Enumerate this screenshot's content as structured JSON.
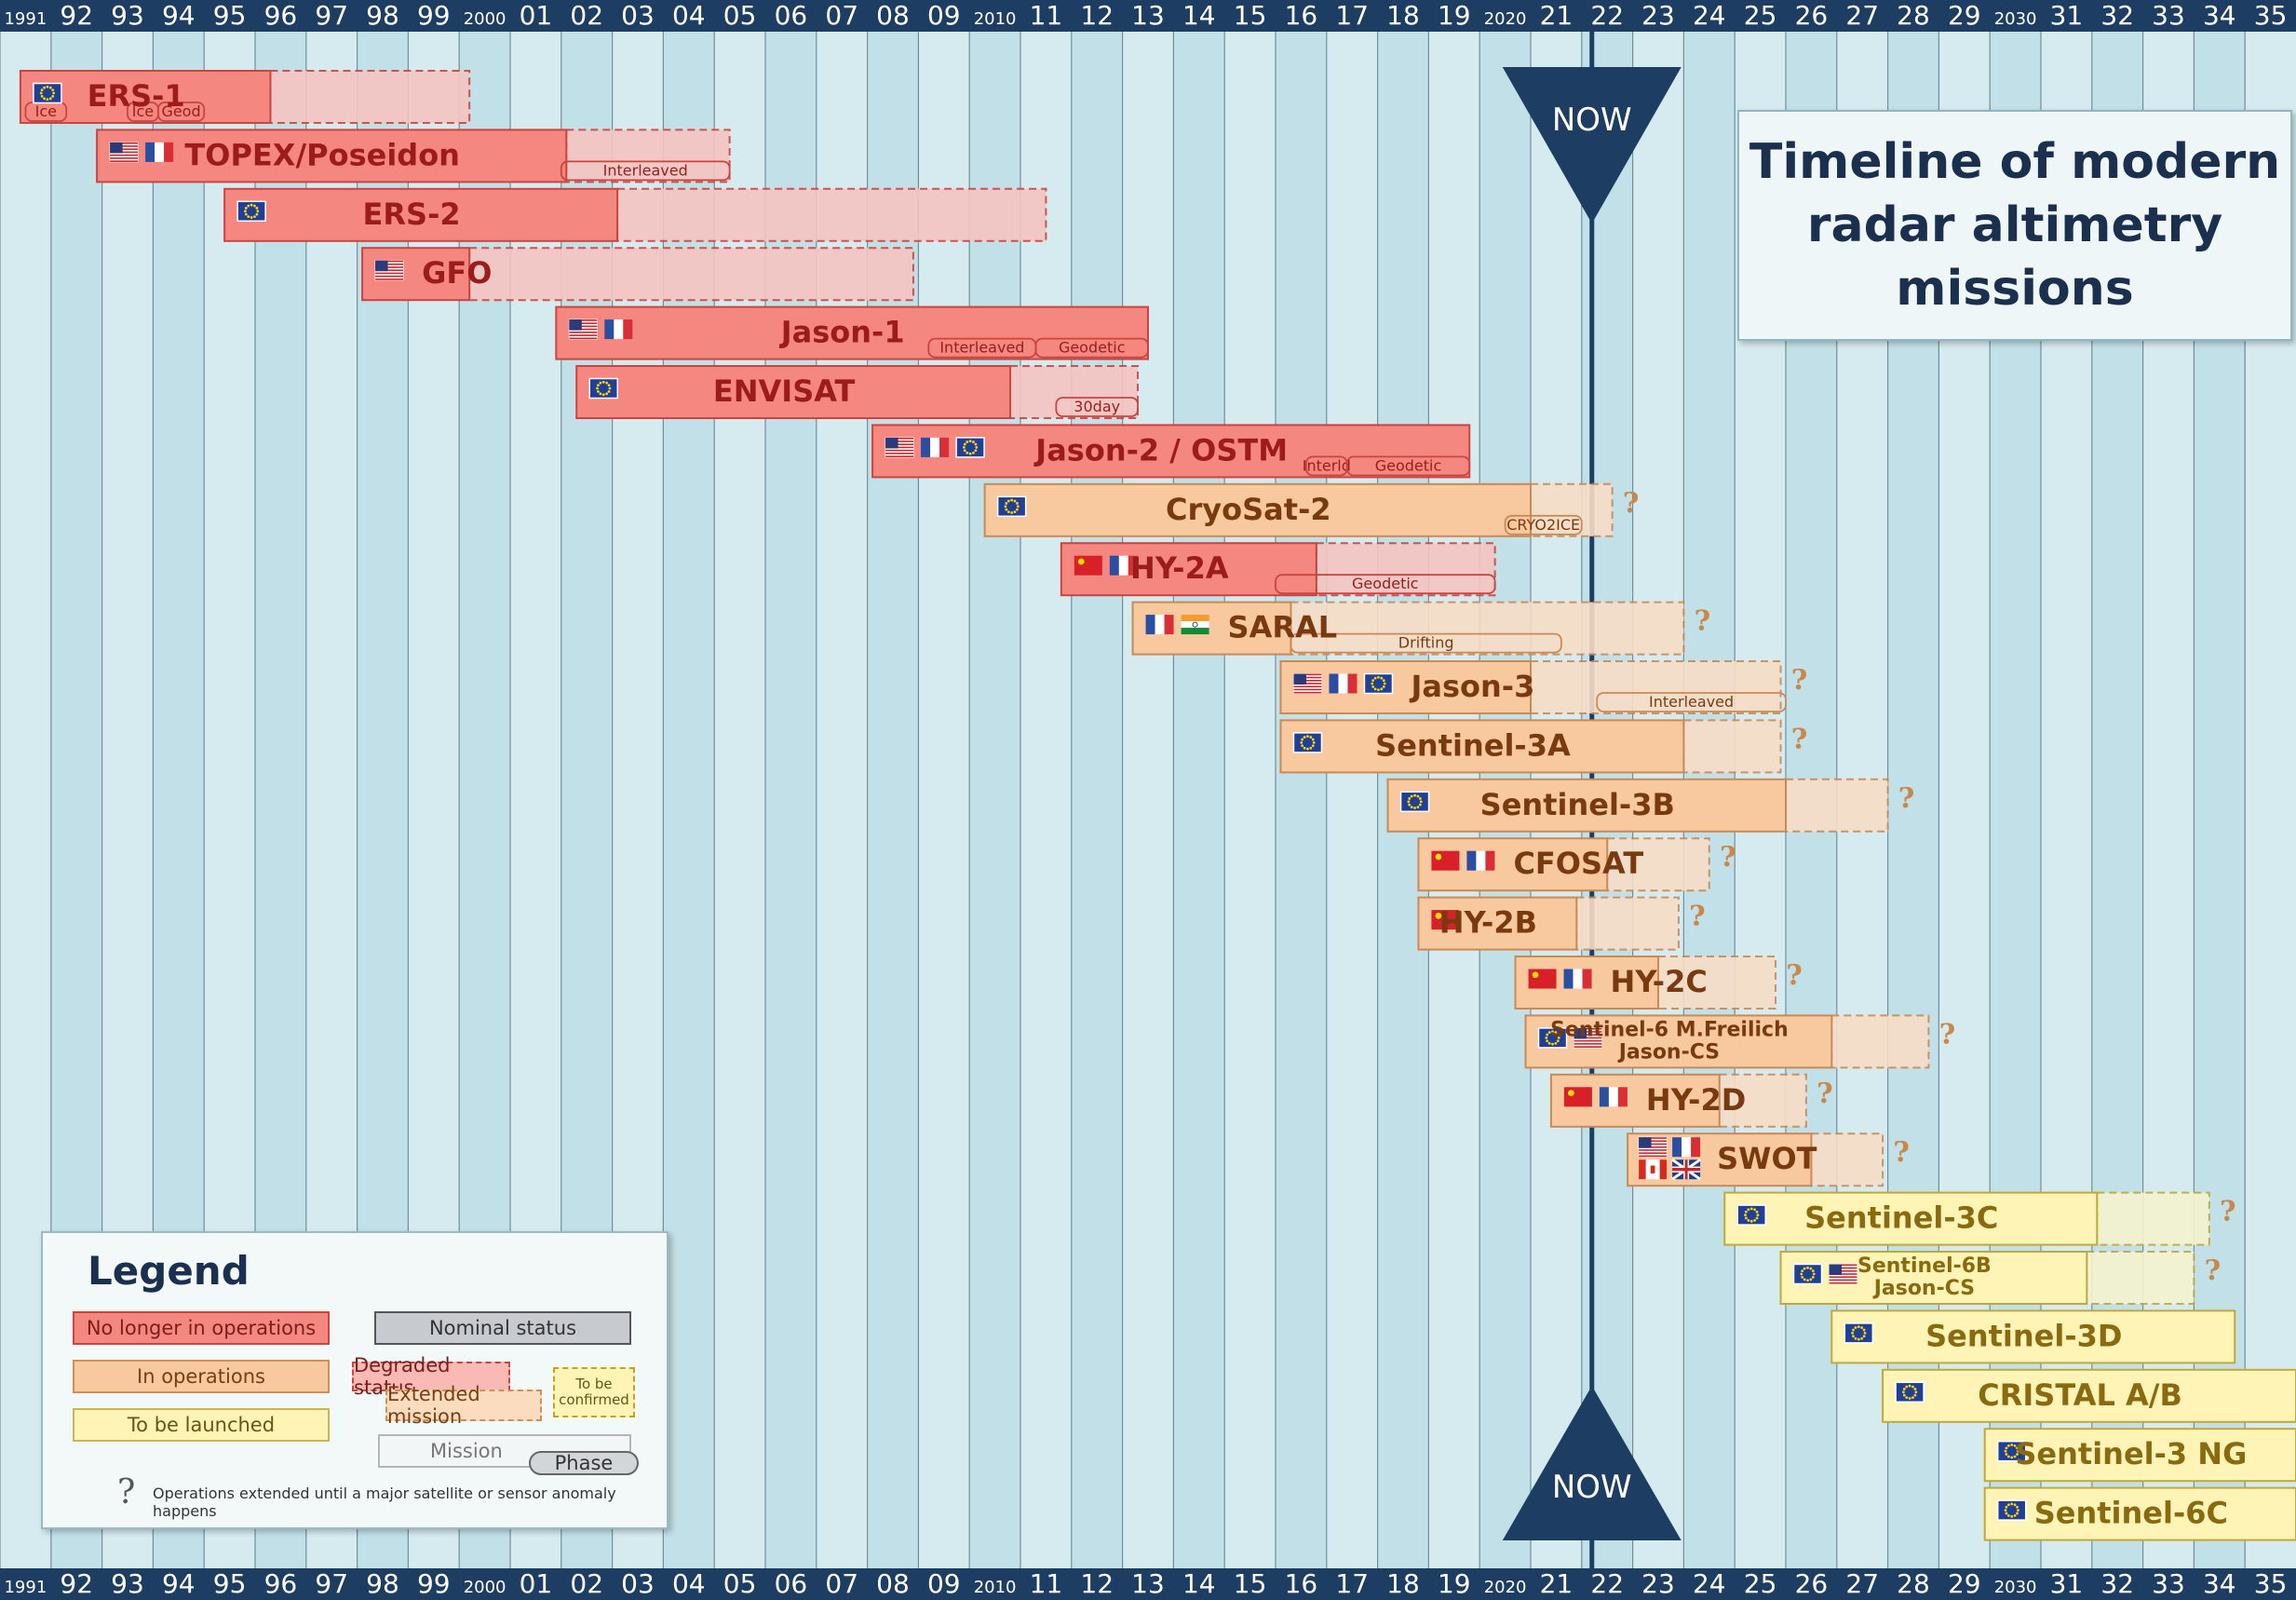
{
  "title": "Timeline of modern\nradar altimetry\nmissions",
  "colors": {
    "background": "#d6ebf0",
    "column_alt": "#c2e0e7",
    "axis_band": "#1e3d62",
    "now_marker": "#1e3d62",
    "ended": "#f4877f",
    "in_operations": "#f8c89e",
    "to_be_launched": "#fdf4b6"
  },
  "chart_data": {
    "type": "gantt",
    "x_range": [
      1991,
      2036
    ],
    "x_tick_labels": [
      "1991",
      "92",
      "93",
      "94",
      "95",
      "96",
      "97",
      "98",
      "99",
      "2000",
      "01",
      "02",
      "03",
      "04",
      "05",
      "06",
      "07",
      "08",
      "09",
      "2010",
      "11",
      "12",
      "13",
      "14",
      "15",
      "16",
      "17",
      "18",
      "19",
      "2020",
      "21",
      "22",
      "23",
      "24",
      "25",
      "26",
      "27",
      "28",
      "29",
      "2030",
      "31",
      "32",
      "33",
      "34",
      "35"
    ],
    "now": {
      "label": "NOW",
      "year": 2022.2
    },
    "missions": [
      {
        "name": "ERS-1",
        "status": "ended",
        "flags": [
          "eu-icon"
        ],
        "mission": [
          1991.4,
          1996.3
        ],
        "extended": [
          1996.3,
          2000.2
        ],
        "phases": [
          {
            "label": "Ice",
            "range": [
              1991.5,
              1992.3
            ]
          },
          {
            "label": "Ice",
            "range": [
              1993.5,
              1994.1
            ]
          },
          {
            "label": "Geod",
            "range": [
              1994.1,
              1995.0
            ]
          }
        ]
      },
      {
        "name": "TOPEX/Poseidon",
        "status": "ended",
        "flags": [
          "us-icon",
          "fr-icon"
        ],
        "mission": [
          1992.9,
          2002.1
        ],
        "extended": [
          2002.1,
          2005.3
        ],
        "phases": [
          {
            "label": "Interleaved",
            "range": [
              2002.0,
              2005.3
            ]
          }
        ]
      },
      {
        "name": "ERS-2",
        "status": "ended",
        "flags": [
          "eu-icon"
        ],
        "mission": [
          1995.4,
          2003.1
        ],
        "extended": [
          2003.1,
          2011.5
        ],
        "phases": []
      },
      {
        "name": "GFO",
        "status": "ended",
        "flags": [
          "us-icon"
        ],
        "mission": [
          1998.1,
          2000.2
        ],
        "extended": [
          2000.2,
          2008.9
        ],
        "phases": []
      },
      {
        "name": "Jason-1",
        "status": "ended",
        "flags": [
          "us-icon",
          "fr-icon"
        ],
        "mission": [
          2001.9,
          2013.5
        ],
        "phases": [
          {
            "label": "Interleaved",
            "range": [
              2009.2,
              2011.3
            ]
          },
          {
            "label": "Geodetic",
            "range": [
              2011.3,
              2013.5
            ]
          }
        ]
      },
      {
        "name": "ENVISAT",
        "status": "ended",
        "flags": [
          "eu-icon"
        ],
        "mission": [
          2002.3,
          2010.8
        ],
        "extended": [
          2010.8,
          2013.3
        ],
        "phases": [
          {
            "label": "30day",
            "range": [
              2011.7,
              2013.3
            ]
          }
        ]
      },
      {
        "name": "Jason-2 / OSTM",
        "status": "ended",
        "flags": [
          "us-icon",
          "fr-icon",
          "eu-icon"
        ],
        "mission": [
          2008.1,
          2019.8
        ],
        "phases": [
          {
            "label": "Interld",
            "range": [
              2016.6,
              2017.4
            ]
          },
          {
            "label": "Geodetic",
            "range": [
              2017.4,
              2019.8
            ]
          }
        ]
      },
      {
        "name": "CryoSat-2",
        "status": "operations",
        "flags": [
          "eu-icon"
        ],
        "mission": [
          2010.3,
          2021.0
        ],
        "extended": [
          2021.0,
          2022.6
        ],
        "phases": [
          {
            "label": "CRYO2ICE",
            "range": [
              2020.5,
              2022.0
            ]
          }
        ],
        "question": true
      },
      {
        "name": "HY-2A",
        "status": "ended",
        "flags": [
          "cn-icon",
          "fr-icon"
        ],
        "mission": [
          2011.8,
          2016.8
        ],
        "extended": [
          2016.8,
          2020.3
        ],
        "phases": [
          {
            "label": "Geodetic",
            "range": [
              2016.0,
              2020.3
            ]
          }
        ]
      },
      {
        "name": "SARAL",
        "status": "operations",
        "flags": [
          "fr-icon",
          "in-icon"
        ],
        "mission": [
          2013.2,
          2016.3
        ],
        "extended": [
          2016.3,
          2024.0
        ],
        "phases": [
          {
            "label": "Drifting",
            "range": [
              2016.3,
              2021.6
            ]
          }
        ],
        "question": true
      },
      {
        "name": "Jason-3",
        "status": "operations",
        "flags": [
          "us-icon",
          "fr-icon",
          "eu-icon"
        ],
        "mission": [
          2016.1,
          2021.0
        ],
        "extended": [
          2021.0,
          2025.9
        ],
        "phases": [
          {
            "label": "Interleaved",
            "range": [
              2022.3,
              2026.0
            ]
          }
        ],
        "question": true
      },
      {
        "name": "Sentinel-3A",
        "status": "operations",
        "flags": [
          "eu-icon"
        ],
        "mission": [
          2016.1,
          2024.0
        ],
        "extended": [
          2024.0,
          2025.9
        ],
        "phases": [],
        "question": true
      },
      {
        "name": "Sentinel-3B",
        "status": "operations",
        "flags": [
          "eu-icon"
        ],
        "mission": [
          2018.2,
          2026.0
        ],
        "extended": [
          2026.0,
          2028.0
        ],
        "phases": [],
        "question": true
      },
      {
        "name": "CFOSAT",
        "status": "operations",
        "flags": [
          "cn-icon",
          "fr-icon"
        ],
        "mission": [
          2018.8,
          2022.5
        ],
        "extended": [
          2022.5,
          2024.5
        ],
        "phases": [],
        "question": true
      },
      {
        "name": "HY-2B",
        "status": "operations",
        "flags": [
          "cn-icon"
        ],
        "mission": [
          2018.8,
          2021.9
        ],
        "extended": [
          2021.9,
          2023.9
        ],
        "phases": [],
        "question": true
      },
      {
        "name": "HY-2C",
        "status": "operations",
        "flags": [
          "cn-icon",
          "fr-icon"
        ],
        "mission": [
          2020.7,
          2023.5
        ],
        "extended": [
          2023.5,
          2025.8
        ],
        "phases": [],
        "question": true
      },
      {
        "name": "Sentinel-6 M.Freilich\nJason-CS",
        "status": "operations",
        "flags": [
          "eu-icon",
          "us-icon"
        ],
        "mission": [
          2020.9,
          2026.9
        ],
        "extended": [
          2026.9,
          2028.8
        ],
        "phases": [],
        "question": true
      },
      {
        "name": "HY-2D",
        "status": "operations",
        "flags": [
          "cn-icon",
          "fr-icon"
        ],
        "mission": [
          2021.4,
          2024.7
        ],
        "extended": [
          2024.7,
          2026.4
        ],
        "phases": [],
        "question": true
      },
      {
        "name": "SWOT",
        "status": "operations",
        "flags": [
          "us-icon",
          "fr-icon",
          "ca-icon",
          "gb-icon"
        ],
        "mission": [
          2022.9,
          2026.5
        ],
        "extended": [
          2026.5,
          2027.9
        ],
        "phases": [],
        "question": true
      },
      {
        "name": "Sentinel-3C",
        "status": "tbl",
        "flags": [
          "eu-icon"
        ],
        "mission": [
          2024.8,
          2032.1
        ],
        "extended": [
          2032.1,
          2034.3
        ],
        "phases": [],
        "question": true
      },
      {
        "name": "Sentinel-6B\nJason-CS",
        "status": "tbl",
        "flags": [
          "eu-icon",
          "us-icon"
        ],
        "mission": [
          2025.9,
          2031.9
        ],
        "extended": [
          2031.9,
          2034.0
        ],
        "phases": [],
        "question": true
      },
      {
        "name": "Sentinel-3D",
        "status": "tbl",
        "flags": [
          "eu-icon"
        ],
        "mission": [
          2026.9,
          2034.8
        ],
        "phases": []
      },
      {
        "name": "CRISTAL A/B",
        "status": "tbl",
        "flags": [
          "eu-icon"
        ],
        "mission": [
          2027.9,
          2036.0
        ],
        "phases": []
      },
      {
        "name": "Sentinel-3 NG",
        "status": "tbl",
        "flags": [
          "eu-icon"
        ],
        "mission": [
          2029.9,
          2036.0
        ],
        "phases": []
      },
      {
        "name": "Sentinel-6C",
        "status": "tbl",
        "flags": [
          "eu-icon"
        ],
        "mission": [
          2029.9,
          2036.0
        ],
        "phases": []
      }
    ]
  },
  "legend": {
    "title": "Legend",
    "no_longer": "No longer in operations",
    "in_operations": "In operations",
    "to_be_launched": "To be launched",
    "nominal": "Nominal status",
    "degraded": "Degraded status",
    "extended": "Extended mission",
    "to_be_confirmed": "To be\nconfirmed",
    "mission": "Mission",
    "phase": "Phase",
    "question_note": "Operations extended until a major satellite or sensor anomaly happens"
  }
}
